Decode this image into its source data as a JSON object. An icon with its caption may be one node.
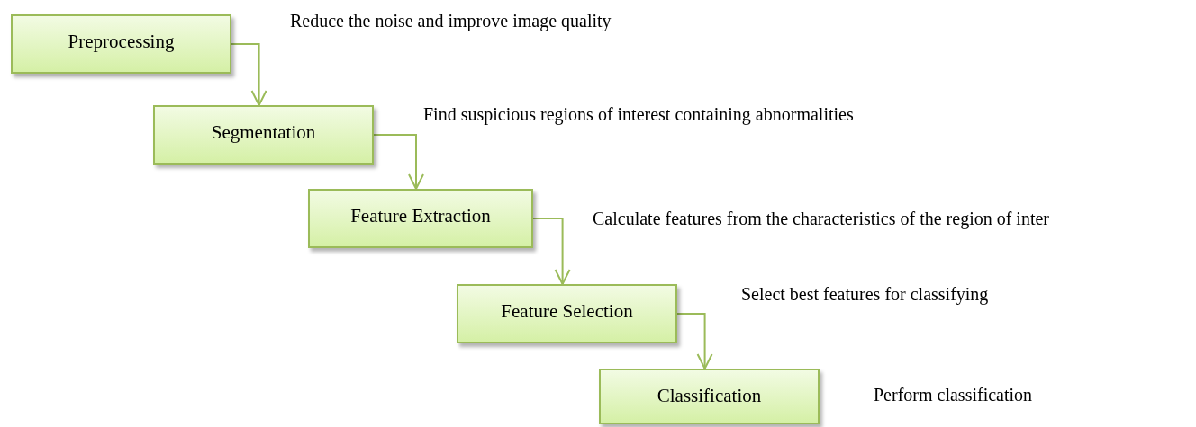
{
  "diagram": {
    "nodes": [
      {
        "text": [
          "Preprocessing"
        ],
        "beside": [
          "Reduce the noise and improve image quality"
        ]
      },
      {
        "text": [
          "Segmentation"
        ],
        "beside": [
          "Find suspicious regions of interest containing abnormalities"
        ]
      },
      {
        "text": [
          "Feature Extraction"
        ],
        "beside": [
          "Calculate features from the characteristics of the region of inter"
        ]
      },
      {
        "text": [
          "Feature Selection"
        ],
        "beside": [
          "Select best features for classifying"
        ]
      },
      {
        "text": [
          "Classification"
        ],
        "beside": [
          "Perform classification"
        ]
      }
    ],
    "edges": [
      {
        "from": 0,
        "to": 1,
        "arrow": "to"
      },
      {
        "from": 1,
        "to": 2,
        "arrow": "to"
      },
      {
        "from": 2,
        "to": 3,
        "arrow": "to"
      },
      {
        "from": 3,
        "to": 4,
        "arrow": "to"
      }
    ]
  }
}
